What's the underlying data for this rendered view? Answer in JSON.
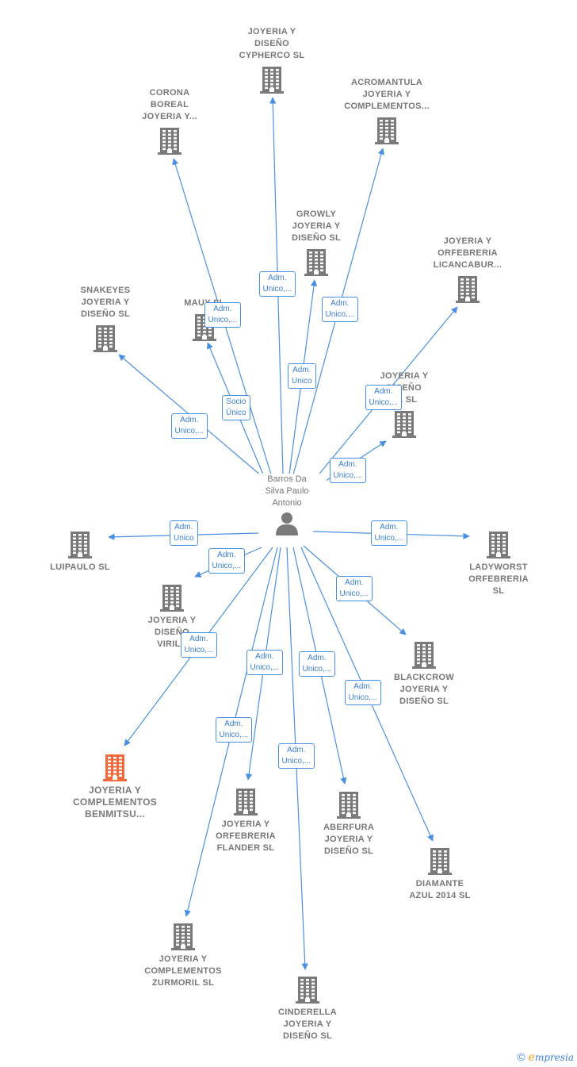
{
  "center": {
    "name": "Barros Da\nSilva Paulo\nAntonio",
    "icon": "person-icon"
  },
  "colors": {
    "edge": "#4a90e2",
    "building": "#7a7a7a",
    "highlight": "#f26a3b",
    "label_text": "#777777"
  },
  "nodes": [
    {
      "id": "cypherco",
      "label": "JOYERIA Y\nDISEÑO\nCYPHERCO  SL",
      "icon": "building-icon"
    },
    {
      "id": "corona",
      "label": "CORONA\nBOREAL\nJOYERIA Y...",
      "icon": "building-icon"
    },
    {
      "id": "acromantula",
      "label": "ACROMANTULA\nJOYERIA Y\nCOMPLEMENTOS...",
      "icon": "building-icon"
    },
    {
      "id": "growly",
      "label": "GROWLY\nJOYERIA Y\nDISEÑO  SL",
      "icon": "building-icon"
    },
    {
      "id": "licancabur",
      "label": "JOYERIA Y\nORFEBRERIA\nLICANCABUR...",
      "icon": "building-icon"
    },
    {
      "id": "snakeyes",
      "label": "SNAKEYES\nJOYERIA Y\nDISEÑO  SL",
      "icon": "building-icon"
    },
    {
      "id": "mauy",
      "label": "MAUY  SL",
      "icon": "building-icon"
    },
    {
      "id": "joyeria_el",
      "label": "JOYERIA Y\nDISEÑO\nEL  SL",
      "icon": "building-icon"
    },
    {
      "id": "luipaulo",
      "label": "LUIPAULO  SL",
      "icon": "building-icon"
    },
    {
      "id": "ladyworst",
      "label": "LADYWORST\nORFEBRERIA\nSL",
      "icon": "building-icon"
    },
    {
      "id": "virila",
      "label": "JOYERIA Y\nDISEÑO\nVIRILA",
      "icon": "building-icon"
    },
    {
      "id": "blackcrow",
      "label": "BLACKCROW\nJOYERIA Y\nDISEÑO  SL",
      "icon": "building-icon"
    },
    {
      "id": "benmitsu",
      "label": "JOYERIA Y\nCOMPLEMENTOS\nBENMITSU...",
      "icon": "building-icon",
      "highlight": true
    },
    {
      "id": "flander",
      "label": "JOYERIA Y\nORFEBRERIA\nFLANDER  SL",
      "icon": "building-icon"
    },
    {
      "id": "aberfura",
      "label": "ABERFURA\nJOYERIA Y\nDISEÑO  SL",
      "icon": "building-icon"
    },
    {
      "id": "diamante",
      "label": "DIAMANTE\nAZUL 2014 SL",
      "icon": "building-icon"
    },
    {
      "id": "zurmoril",
      "label": "JOYERIA Y\nCOMPLEMENTOS\nZURMORIL  SL",
      "icon": "building-icon"
    },
    {
      "id": "cinderella",
      "label": "CINDERELLA\nJOYERIA Y\nDISEÑO  SL",
      "icon": "building-icon"
    }
  ],
  "edges": [
    {
      "to": "cypherco",
      "label": "Adm.\nUnico,..."
    },
    {
      "to": "corona",
      "label": "Adm.\nUnico,..."
    },
    {
      "to": "acromantula",
      "label": "Adm.\nUnico,..."
    },
    {
      "to": "growly",
      "label": "Adm.\nUnico"
    },
    {
      "to": "licancabur",
      "label": "Adm.\nUnico,..."
    },
    {
      "to": "snakeyes",
      "label": "Adm.\nUnico,..."
    },
    {
      "to": "mauy",
      "label": "Socio\nÚnico"
    },
    {
      "to": "joyeria_el",
      "label": "Adm.\nUnico,..."
    },
    {
      "to": "luipaulo",
      "label": "Adm.\nUnico"
    },
    {
      "to": "ladyworst",
      "label": "Adm.\nUnico,..."
    },
    {
      "to": "virila",
      "label": "Adm.\nUnico,..."
    },
    {
      "to": "blackcrow",
      "label": "Adm.\nUnico,..."
    },
    {
      "to": "benmitsu",
      "label": "Adm.\nUnico,..."
    },
    {
      "to": "flander",
      "label": "Adm.\nUnico,..."
    },
    {
      "to": "aberfura",
      "label": "Adm.\nUnico,..."
    },
    {
      "to": "diamante",
      "label": "Adm.\nUnico,..."
    },
    {
      "to": "zurmoril",
      "label": "Adm.\nUnico,..."
    },
    {
      "to": "cinderella",
      "label": "Adm.\nUnico,..."
    }
  ],
  "brand": {
    "copyright": "©",
    "e": "e",
    "rest": "mpresia"
  }
}
